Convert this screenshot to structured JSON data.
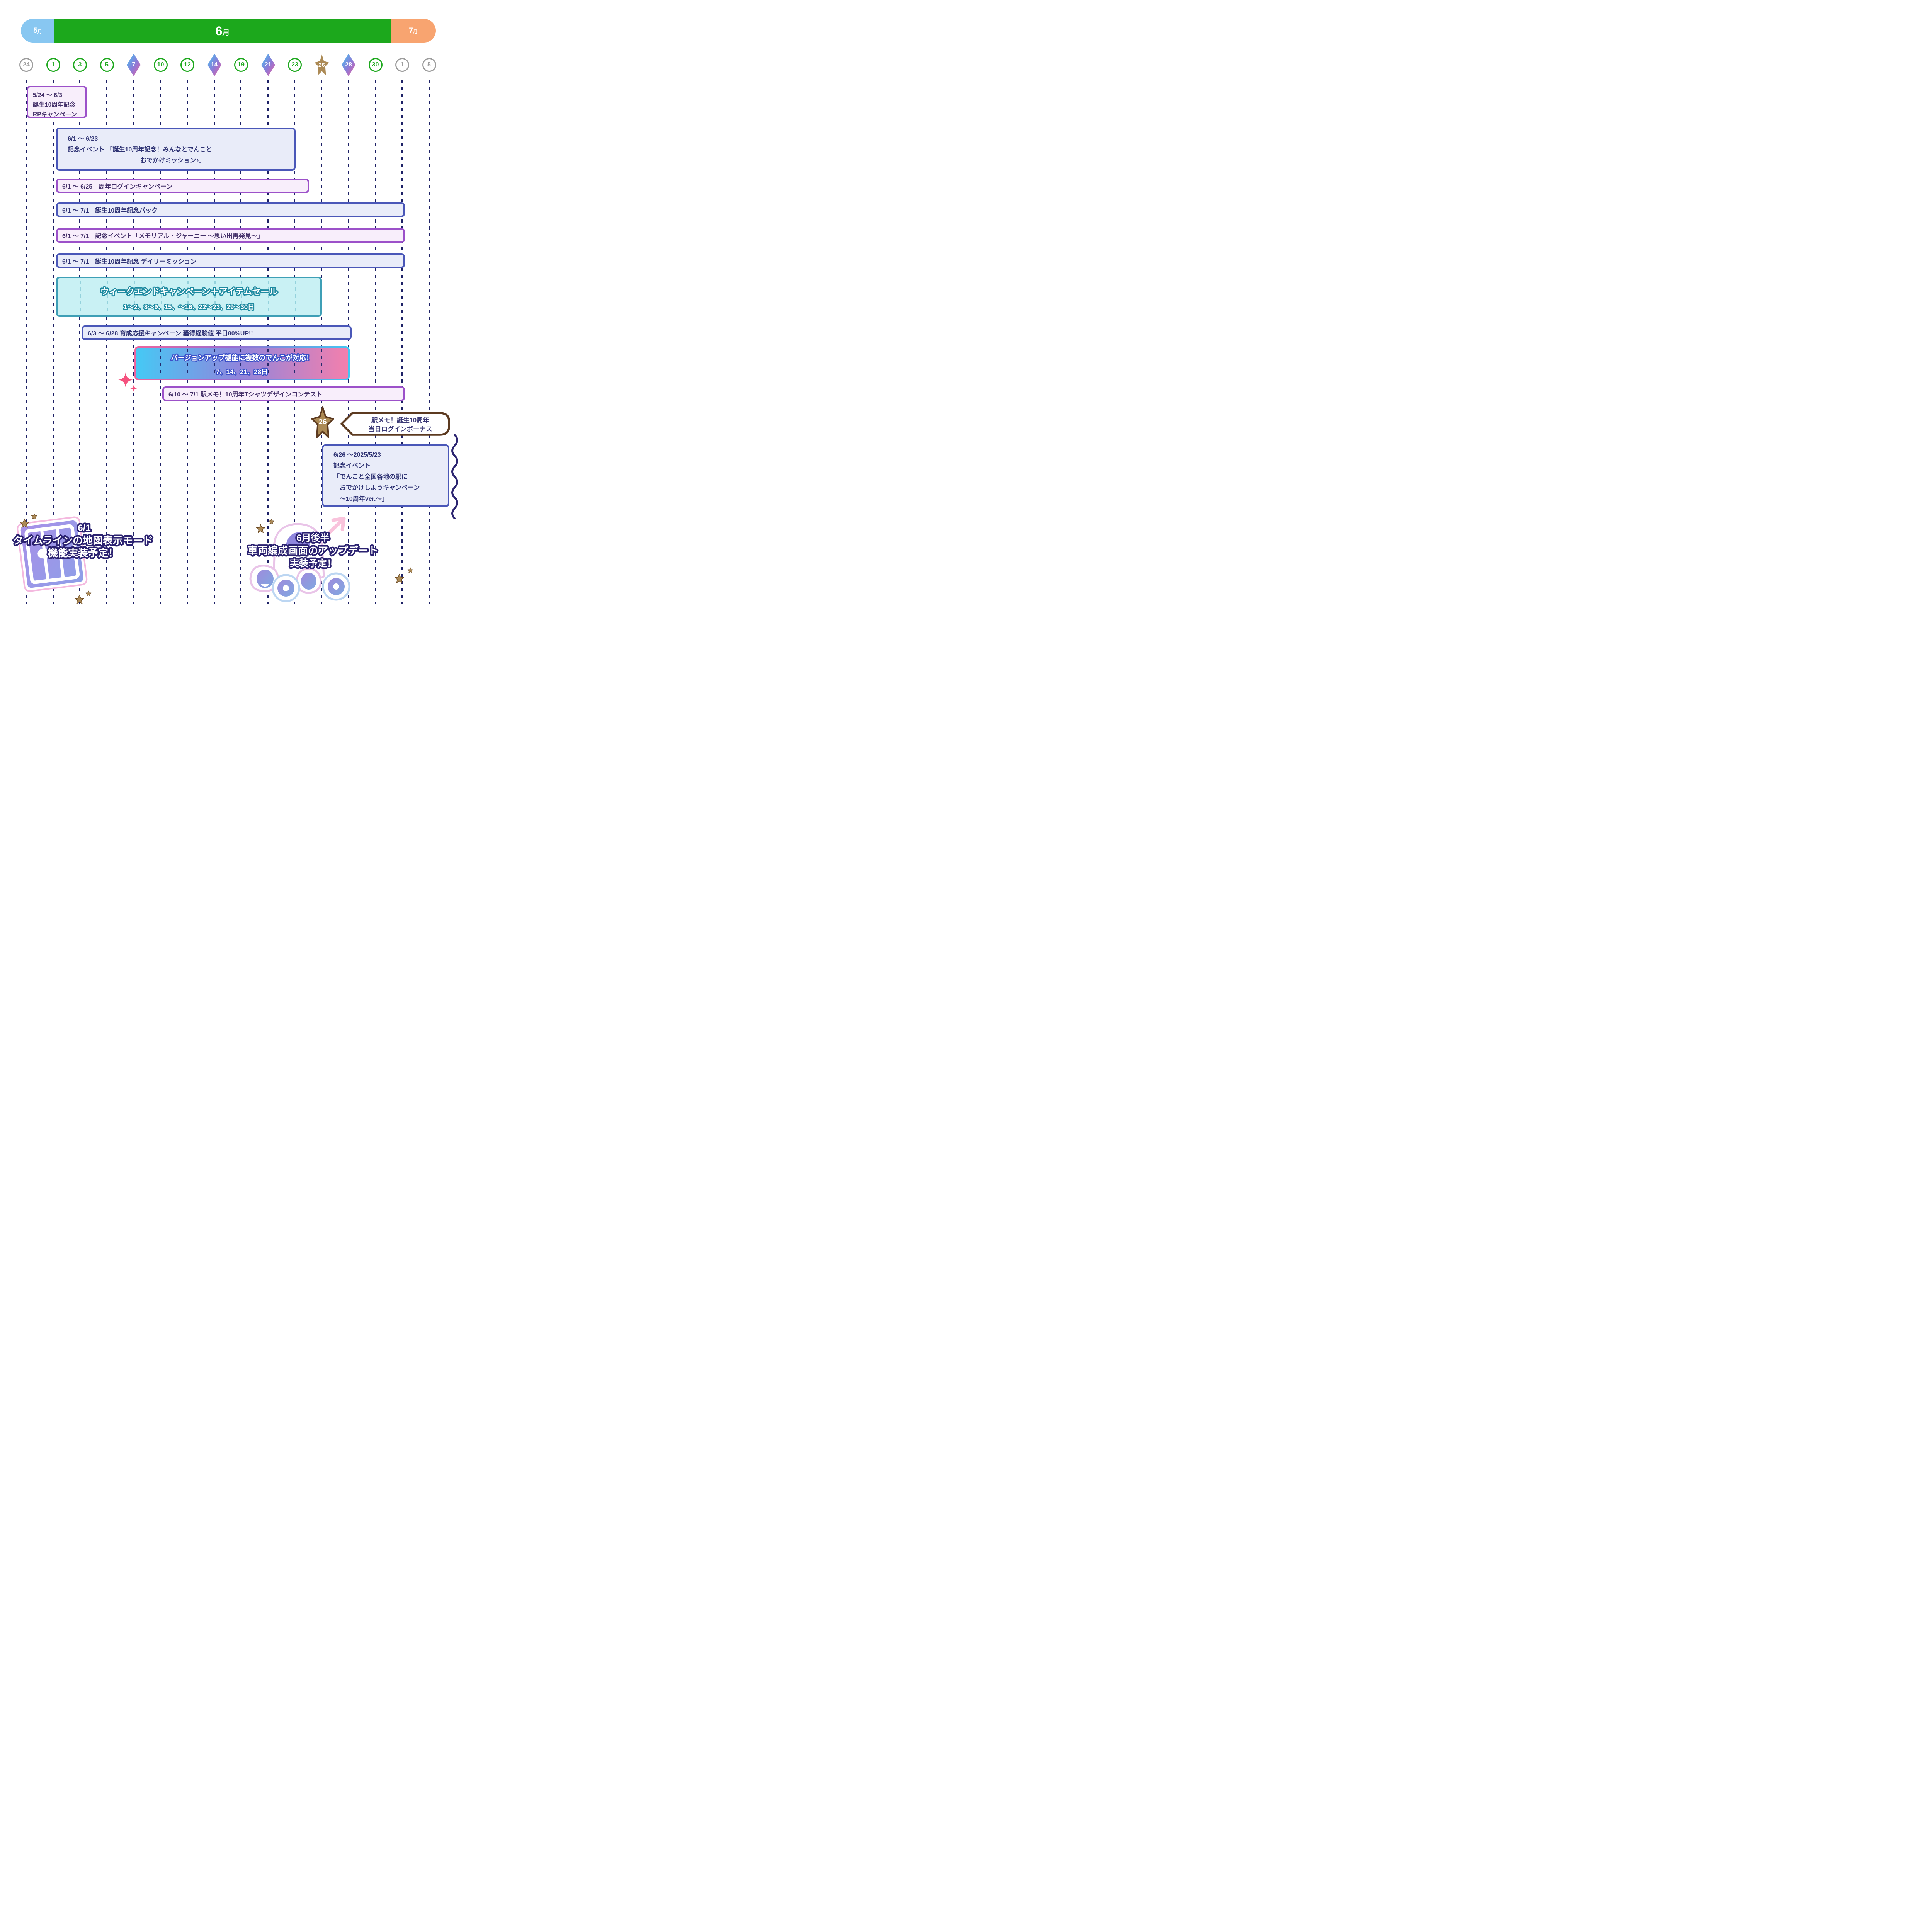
{
  "header": {
    "may": {
      "num": "5",
      "unit": "月"
    },
    "jun": {
      "num": "6",
      "unit": "月"
    },
    "jul": {
      "num": "7",
      "unit": "月"
    }
  },
  "dates": [
    {
      "day": "24",
      "kind": "gray-circle"
    },
    {
      "day": "1",
      "kind": "green-circle"
    },
    {
      "day": "3",
      "kind": "green-circle"
    },
    {
      "day": "5",
      "kind": "green-circle"
    },
    {
      "day": "7",
      "kind": "gradient-diamond"
    },
    {
      "day": "10",
      "kind": "green-circle"
    },
    {
      "day": "12",
      "kind": "green-circle"
    },
    {
      "day": "14",
      "kind": "gradient-diamond"
    },
    {
      "day": "19",
      "kind": "green-circle"
    },
    {
      "day": "21",
      "kind": "gradient-diamond"
    },
    {
      "day": "23",
      "kind": "green-circle"
    },
    {
      "day": "26",
      "kind": "gold-star"
    },
    {
      "day": "28",
      "kind": "gradient-diamond"
    },
    {
      "day": "30",
      "kind": "green-circle"
    },
    {
      "day": "1",
      "kind": "gray-circle"
    },
    {
      "day": "5",
      "kind": "gray-circle"
    }
  ],
  "events": {
    "rp": {
      "lines": [
        "5/24 ～ 6/3",
        "誕生10周年記念",
        "RPキャンペーン"
      ]
    },
    "main": {
      "lines": [
        "6/1 ～ 6/23",
        "記念イベント 「誕生10周年記念！みんなとでんこと",
        "おでかけミッション♪」"
      ]
    },
    "login": {
      "text": "6/1 ～ 6/25　周年ログインキャンペーン"
    },
    "pack": {
      "text": "6/1 ～ 7/1　誕生10周年記念パック"
    },
    "memorial": {
      "text": "6/1 ～ 7/1　記念イベント「メモリアル・ジャーニー ～思い出再発見～」"
    },
    "daily": {
      "text": "6/1 ～ 7/1　誕生10周年記念 デイリーミッション"
    },
    "weekend": {
      "title": "ウィークエンドキャンペーン＋アイテムセール",
      "dates": "1～2、8～9、15、～16、22～23、29～30日"
    },
    "exp": {
      "text": "6/3 ～ 6/28 育成応援キャンペーン 獲得経験値 平日80%UP!!"
    },
    "version": {
      "title": "バージョンアップ機能に複数のでんこが対応！",
      "dates": "7、14、21、28日"
    },
    "tshirt": {
      "text": "6/10 ～ 7/1 駅メモ！10周年Tシャツデザインコンテスト"
    },
    "anniversary": {
      "lines": [
        "6/26 ～2025/5/23",
        "記念イベント",
        "「でんこと全国各地の駅に",
        "　おでかけしようキャンペーン",
        "　～10周年ver.～」"
      ]
    }
  },
  "star_badge": {
    "day": "26"
  },
  "bubble": {
    "lines": [
      "駅メモ！誕生10周年",
      "当日ログインボーナス"
    ]
  },
  "notes": {
    "left": {
      "lines": [
        "6/1",
        "タイムラインの地図表示モード",
        "機能実装予定！"
      ]
    },
    "right": {
      "lines": [
        "6月後半",
        "車両編成画面のアップデート",
        "実装予定！"
      ]
    }
  },
  "colors": {
    "june_green": "#1CA81C",
    "may_blue": "#88C7F1",
    "july_orange": "#F8A470",
    "dot_navy": "#1D2166",
    "purple_border": "#9C51C9",
    "blue_border": "#4A57B8",
    "teal_border": "#3E9FB6",
    "gold_star": "#AC8A55",
    "pink_sparkle": "#F5517E",
    "diamond_gradient": [
      "#41C4F2",
      "#8E79D6",
      "#F0619E"
    ]
  }
}
